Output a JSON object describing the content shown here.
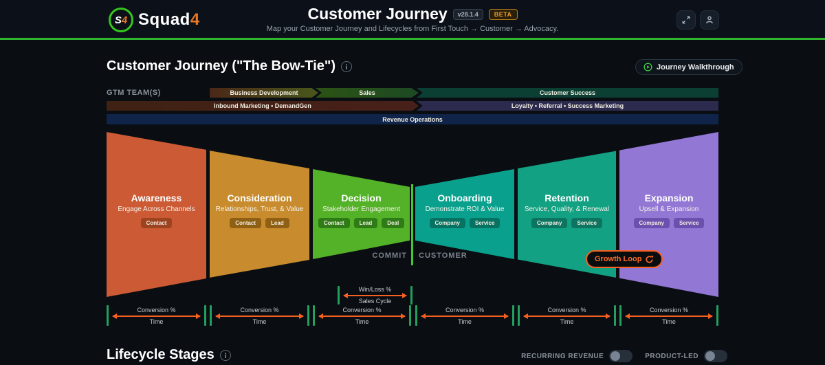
{
  "header": {
    "logo_badge_s": "S",
    "logo_badge_4": "4",
    "logo_text": "Squad",
    "logo_accent": "4",
    "title": "Customer Journey",
    "version": "v28.1.4",
    "beta": "BETA",
    "subtitle": "Map your Customer Journey and Lifecycles from First Touch → Customer → Advocacy."
  },
  "journey": {
    "heading": "Customer Journey (\"The Bow-Tie\")",
    "walkthrough_label": "Journey Walkthrough"
  },
  "gtm": {
    "label": "GTM TEAM(S)",
    "row1": [
      "Business Development",
      "Sales",
      "Customer Success"
    ],
    "row2": [
      "Inbound Marketing • DemandGen",
      "Loyalty • Referral • Success Marketing"
    ],
    "row3": "Revenue Operations"
  },
  "stages": [
    {
      "title": "Awareness",
      "subtitle": "Engage Across Channels",
      "tags": [
        "Contact"
      ],
      "color": "#cb5a35"
    },
    {
      "title": "Consideration",
      "subtitle": "Relationships, Trust, & Value",
      "tags": [
        "Contact",
        "Lead"
      ],
      "color": "#c88b2d"
    },
    {
      "title": "Decision",
      "subtitle": "Stakeholder Engagement",
      "tags": [
        "Contact",
        "Lead",
        "Deal"
      ],
      "color": "#53b228"
    },
    {
      "title": "Onboarding",
      "subtitle": "Demonstrate ROI & Value",
      "tags": [
        "Company",
        "Service"
      ],
      "color": "#09a18d"
    },
    {
      "title": "Retention",
      "subtitle": "Service, Quality, & Renewal",
      "tags": [
        "Company",
        "Service"
      ],
      "color": "#12a183"
    },
    {
      "title": "Expansion",
      "subtitle": "Upsell & Expansion",
      "tags": [
        "Company",
        "Service"
      ],
      "color": "#9377d5"
    }
  ],
  "labels": {
    "commit": "COMMIT",
    "customer": "CUSTOMER",
    "growth_loop": "Growth Loop"
  },
  "metrics": {
    "win_loss": "Win/Loss %",
    "sales_cycle": "Sales Cycle",
    "conversion": "Conversion %",
    "time": "Time"
  },
  "lifecycle": {
    "heading": "Lifecycle Stages",
    "toggles": [
      {
        "label": "RECURRING REVENUE",
        "on": false
      },
      {
        "label": "PRODUCT-LED",
        "on": false
      }
    ]
  },
  "colors": {
    "accent_green": "#2fb52d",
    "accent_orange": "#f8601f",
    "tick_green": "#23a05f",
    "background": "#0a0e13"
  }
}
